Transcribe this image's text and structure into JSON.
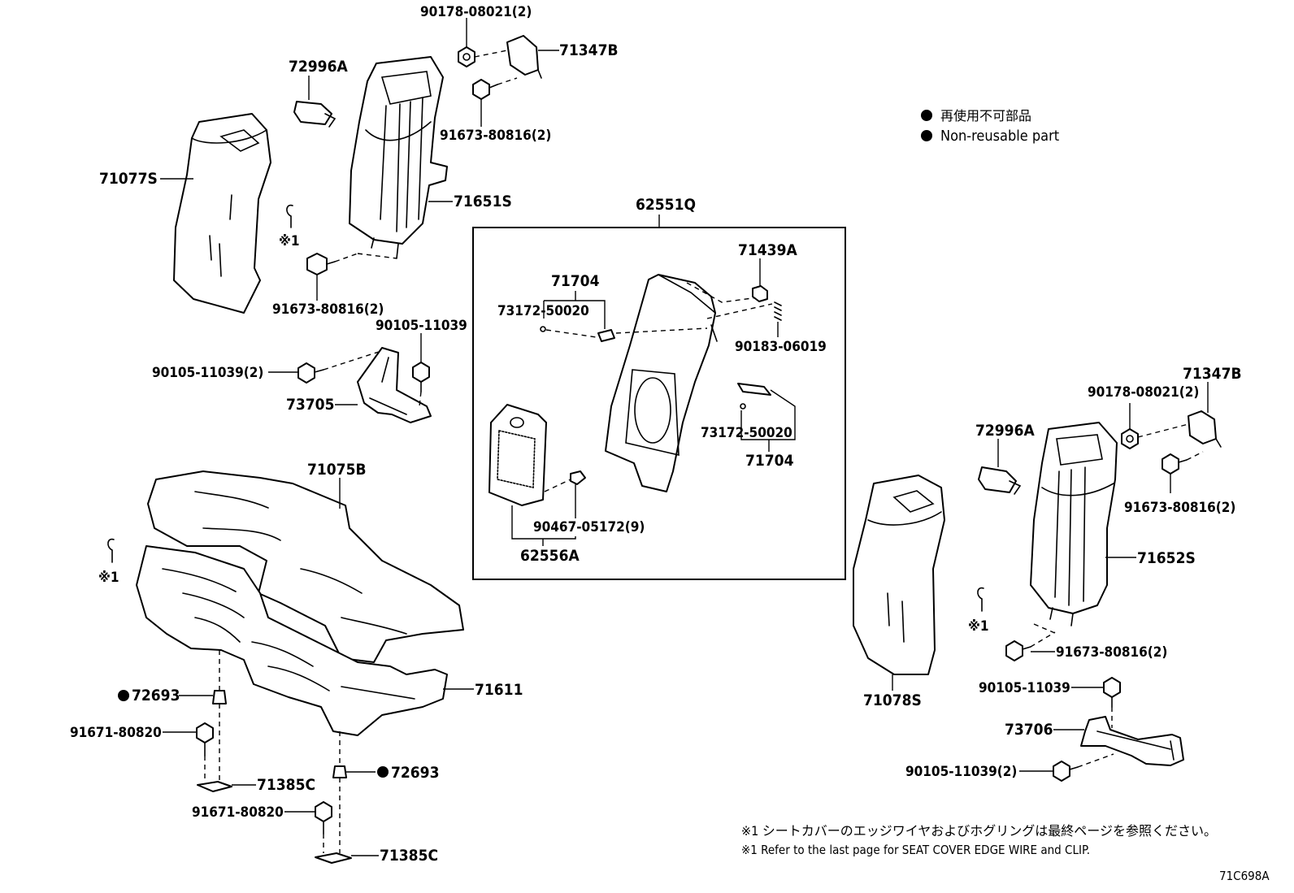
{
  "legend": {
    "items": [
      {
        "label": "再使用不可部品"
      },
      {
        "label": "Non-reusable part"
      }
    ]
  },
  "assembly": {
    "label": "62551Q"
  },
  "callouts": {
    "p_90178_08021_a": "90178-08021(2)",
    "p_71347B_a": "71347B",
    "p_72996A_a": "72996A",
    "p_91673_80816_a": "91673-80816(2)",
    "p_71077S": "71077S",
    "p_71651S": "71651S",
    "p_note_mark_a": "※1",
    "p_91673_80816_b": "91673-80816(2)",
    "p_90105_11039_a": "90105-11039",
    "p_90105_11039_2a": "90105-11039(2)",
    "p_73705": "73705",
    "p_71075B": "71075B",
    "p_note_mark_b": "※1",
    "p_72693_a": "72693",
    "p_91671_80820_a": "91671-80820",
    "p_71385C_a": "71385C",
    "p_72693_b": "72693",
    "p_91671_80820_b": "91671-80820",
    "p_71385C_b": "71385C",
    "p_71611": "71611",
    "p_71704_a": "71704",
    "p_73172_50020_a": "73172-50020",
    "p_71439A": "71439A",
    "p_90183_06019": "90183-06019",
    "p_73172_50020_b": "73172-50020",
    "p_71704_b": "71704",
    "p_90467_05172": "90467-05172(9)",
    "p_62556A": "62556A",
    "p_71347B_b": "71347B",
    "p_90178_08021_b": "90178-08021(2)",
    "p_72996A_b": "72996A",
    "p_91673_80816_c": "91673-80816(2)",
    "p_71652S": "71652S",
    "p_note_mark_c": "※1",
    "p_91673_80816_d": "91673-80816(2)",
    "p_71078S": "71078S",
    "p_90105_11039_b": "90105-11039",
    "p_73706": "73706",
    "p_90105_11039_2b": "90105-11039(2)"
  },
  "footnotes": [
    {
      "label": "※1  シートカバーのエッジワイヤおよびホグリングは最終ページを参照ください。"
    },
    {
      "label": "※1  Refer to the last page for SEAT COVER EDGE WIRE and CLIP."
    }
  ],
  "figure_code": "71C698A"
}
